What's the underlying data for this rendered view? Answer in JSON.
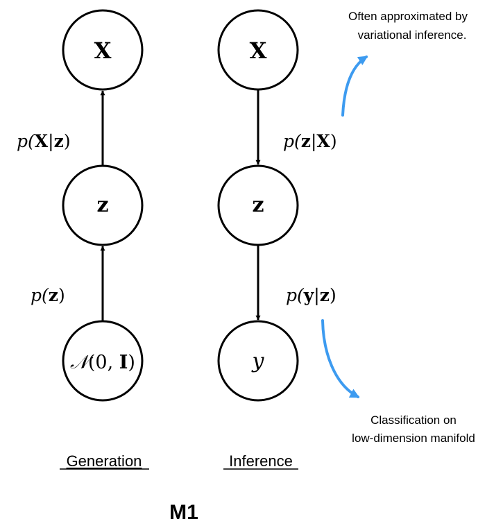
{
  "title": "M1",
  "generation": {
    "label": "Generation",
    "nodes": {
      "top": {
        "symbol": "X"
      },
      "middle": {
        "symbol": "z"
      },
      "bottom": {
        "prefix": "𝒩",
        "args": "(0, ",
        "bold": "I",
        "close": ")"
      }
    },
    "edges": {
      "upper": {
        "p": "p(",
        "bold1": "X",
        "bar": "|",
        "bold2": "z",
        "close": ")"
      },
      "lower": {
        "p": "p(",
        "bold1": "z",
        "close": ")"
      }
    }
  },
  "inference": {
    "label": "Inference",
    "nodes": {
      "top": {
        "symbol": "X"
      },
      "middle": {
        "symbol": "z"
      },
      "bottom": {
        "symbol": "y"
      }
    },
    "edges": {
      "upper": {
        "p": "p(",
        "bold1": "z",
        "bar": "|",
        "bold2": "X",
        "close": ")"
      },
      "lower": {
        "p": "p(",
        "bold1": "y",
        "bar": "|",
        "bold2": "z",
        "close": ")"
      }
    }
  },
  "annotations": {
    "top": {
      "line1": "Often approximated by",
      "line2": "variational inference."
    },
    "bottom": {
      "line1": "Classification on",
      "line2": "low-dimension manifold"
    }
  },
  "colors": {
    "stroke": "#000000",
    "annotation_arrow": "#3d9bf0",
    "background": "#ffffff"
  }
}
